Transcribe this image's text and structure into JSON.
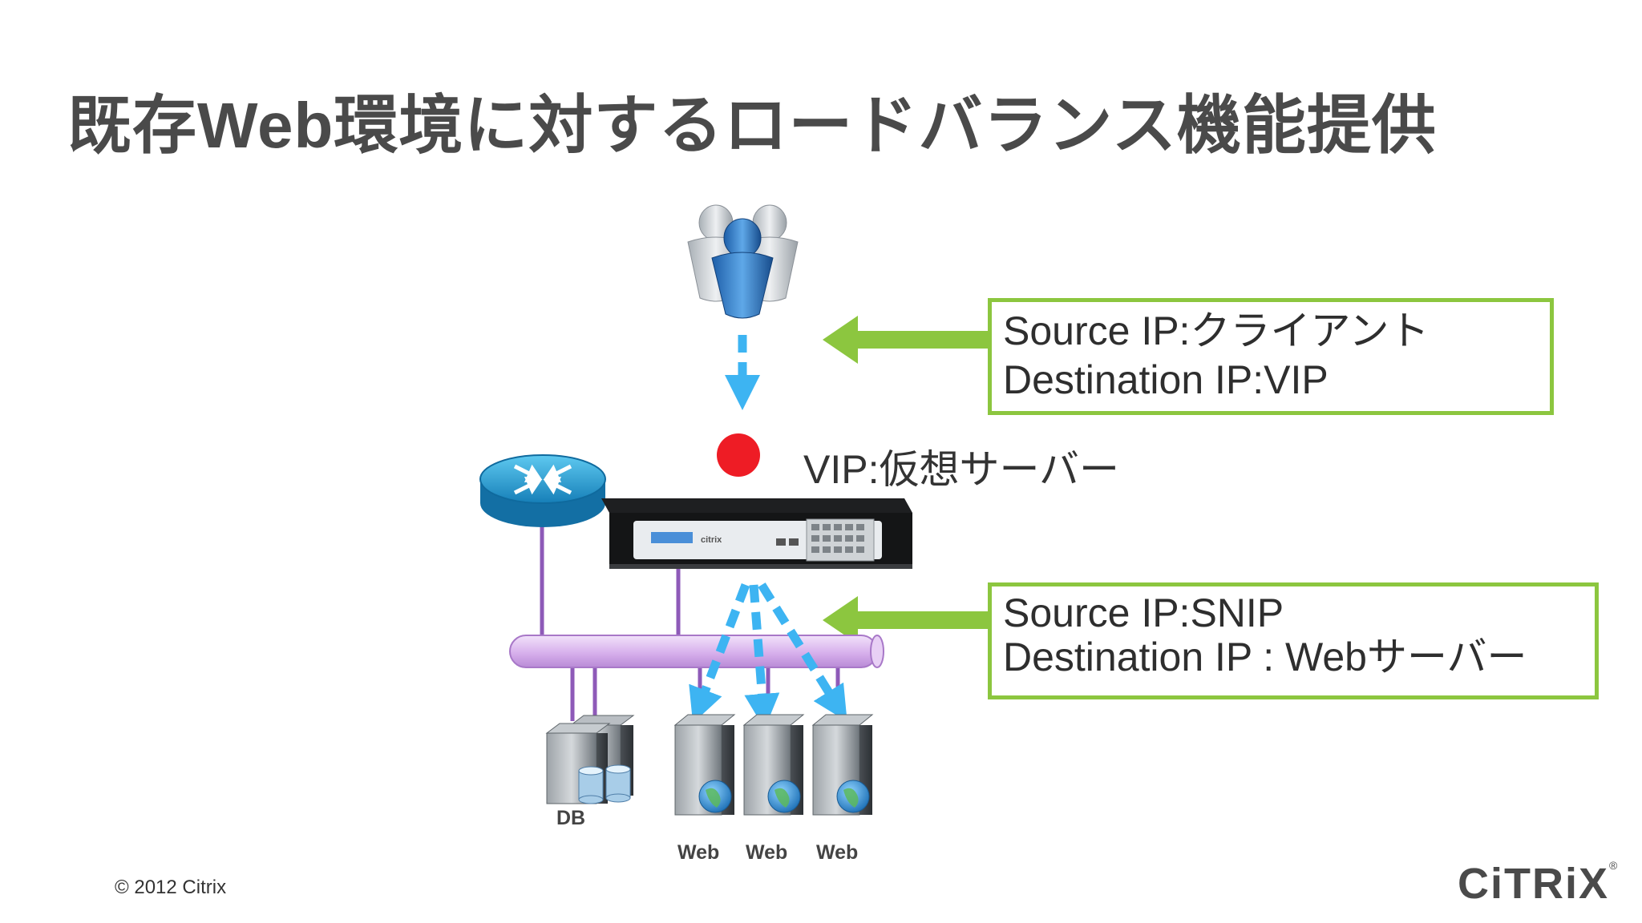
{
  "title": "既存Web環境に対するロードバランス機能提供",
  "vip_label": "VIP:仮想サーバー",
  "box_client": {
    "line1": "Source IP:クライアント",
    "line2": "Destination IP:VIP"
  },
  "box_server": {
    "line1": "Source IP:SNIP",
    "line2": "Destination IP : Webサーバー"
  },
  "servers": {
    "db_label": "DB",
    "web_labels": [
      "Web",
      "Web",
      "Web"
    ]
  },
  "appliance_brand": "citrix",
  "footer": {
    "copyright": "© 2012 Citrix",
    "logo": "CiTRiX",
    "logo_mark": "®"
  },
  "colors": {
    "box_border": "#8cc63f",
    "flow_arrow": "#3db4f2",
    "vip_dot": "#ee1c25",
    "network_bus": "#d9b4ee",
    "link_line": "#8e5ab8"
  }
}
